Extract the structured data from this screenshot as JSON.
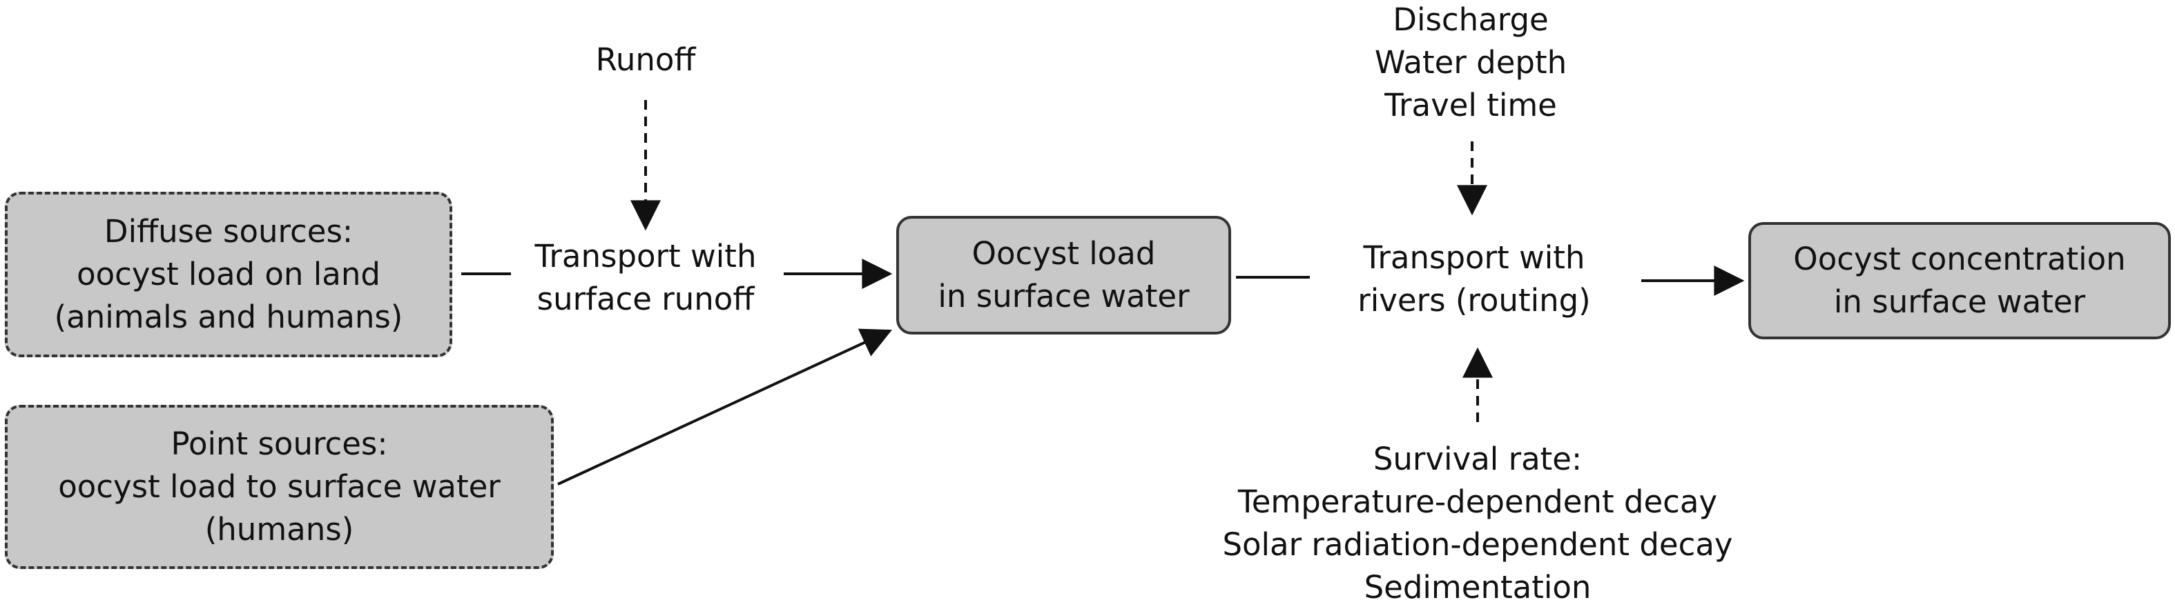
{
  "nodes": {
    "diffuse": {
      "line1": "Diffuse sources:",
      "line2": "oocyst load on land",
      "line3": "(animals and humans)"
    },
    "point": {
      "line1": "Point sources:",
      "line2": "oocyst load to surface water",
      "line3": "(humans)"
    },
    "runoff": {
      "text": "Runoff"
    },
    "transport_runoff": {
      "line1": "Transport with",
      "line2": "surface runoff"
    },
    "oocyst_load": {
      "line1": "Oocyst load",
      "line2": "in surface water"
    },
    "hydrology": {
      "line1": "Discharge",
      "line2": "Water depth",
      "line3": "Travel time"
    },
    "transport_rivers": {
      "line1": "Transport with",
      "line2": "rivers (routing)"
    },
    "survival": {
      "line1": "Survival rate:",
      "line2": "Temperature-dependent decay",
      "line3": "Solar radiation-dependent decay",
      "line4": "Sedimentation"
    },
    "concentration": {
      "line1": "Oocyst concentration",
      "line2": "in surface water"
    }
  },
  "colors": {
    "box_fill": "#c8c8c8",
    "box_border": "#333333",
    "arrow": "#111111"
  }
}
